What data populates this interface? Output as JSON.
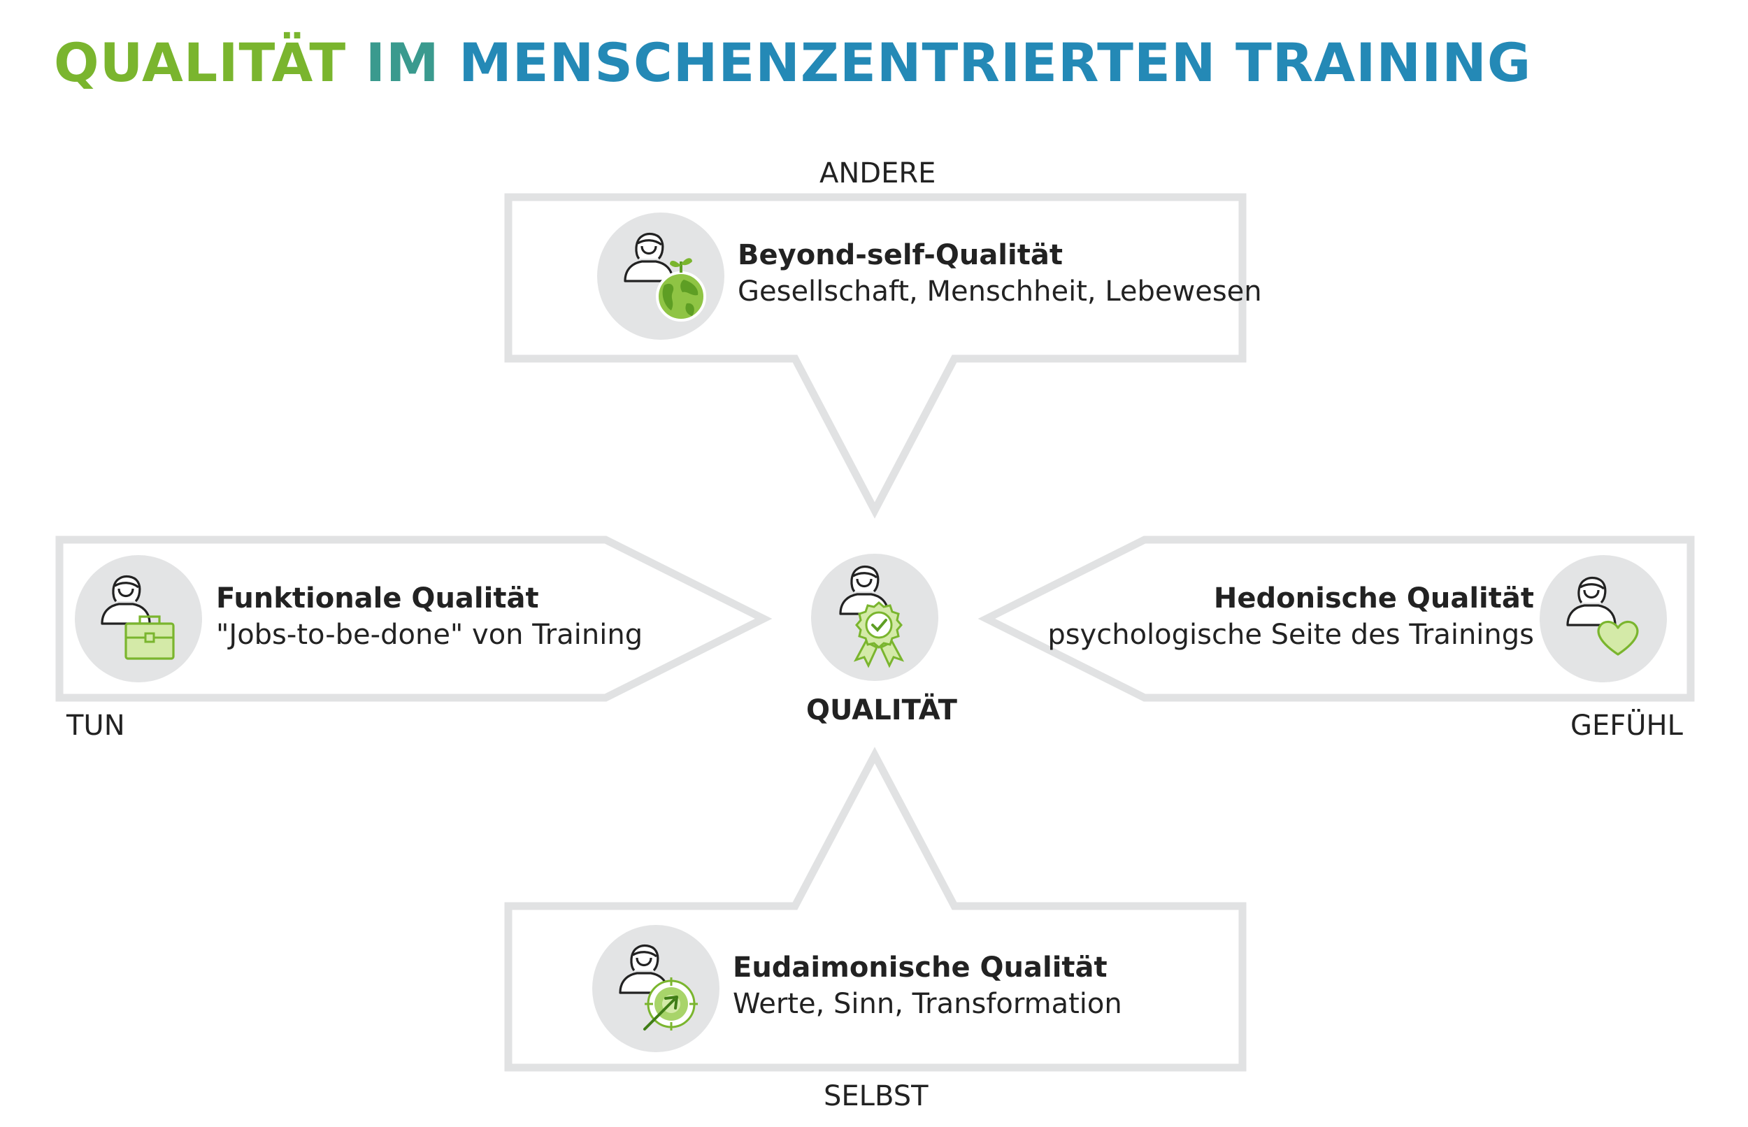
{
  "title": {
    "part1": "QUALITÄT",
    "part2": "IM",
    "part3": "MENSCHENZENTRIERTEN TRAINING"
  },
  "axes": {
    "top": "ANDERE",
    "bottom": "SELBST",
    "left": "TUN",
    "right": "GEFÜHL"
  },
  "center": {
    "label": "QUALITÄT",
    "icon": "person-award-icon"
  },
  "cards": {
    "top": {
      "title": "Beyond-self-Qualität",
      "subtitle": "Gesellschaft, Menschheit, Lebewesen",
      "icon": "person-globe-icon"
    },
    "left": {
      "title": "Funktionale Qualität",
      "subtitle": "\"Jobs-to-be-done\" von Training",
      "icon": "person-briefcase-icon"
    },
    "right": {
      "title": "Hedonische Qualität",
      "subtitle": "psychologische Seite des Trainings",
      "icon": "person-heart-icon"
    },
    "bottom": {
      "title": "Eudaimonische Qualität",
      "subtitle": "Werte, Sinn, Transformation",
      "icon": "person-target-icon"
    }
  },
  "colors": {
    "green": "#7ab52e",
    "teal": "#3a9a8e",
    "blue": "#2489b6",
    "frame": "#e1e2e3",
    "icon_circle": "#e3e4e5"
  }
}
